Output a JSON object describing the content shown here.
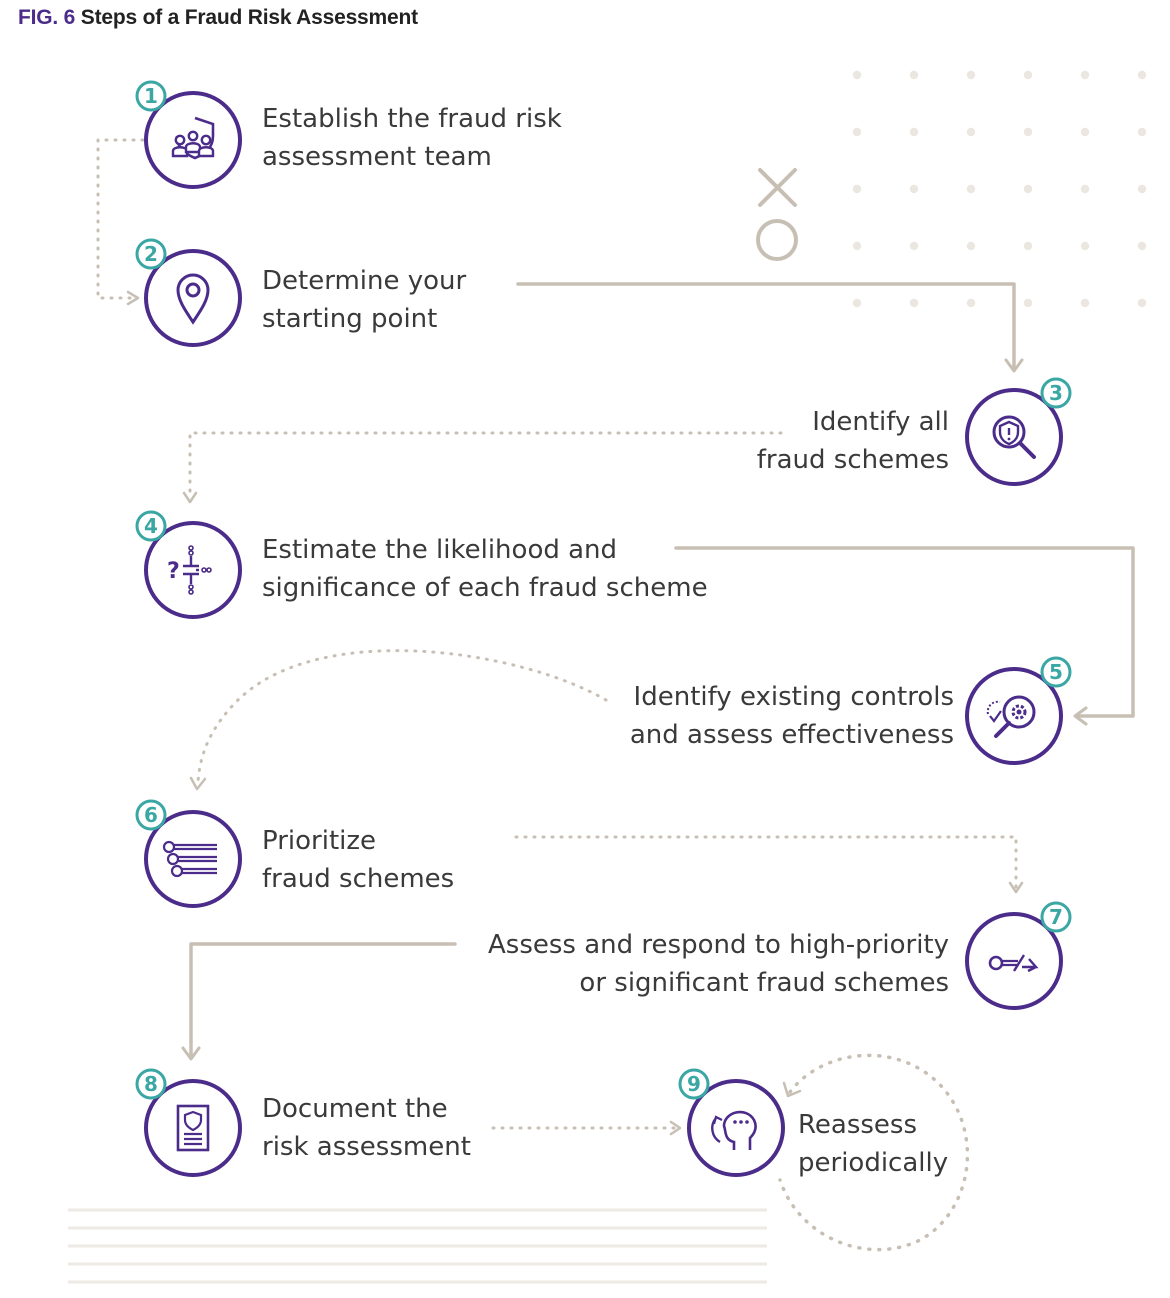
{
  "title": {
    "label": "FIG. 6",
    "text": "Steps of a Fraud Risk Assessment"
  },
  "colors": {
    "purple": "#4b2c8a",
    "teal": "#3aa7a4",
    "connector": "#c7bfb4",
    "dots": "#ebe6df",
    "text": "#3a3a3a"
  },
  "steps": [
    {
      "number": "1",
      "icon": "team-shield-icon",
      "lines": [
        "Establish the fraud risk",
        "assessment team"
      ]
    },
    {
      "number": "2",
      "icon": "location-pin-icon",
      "lines": [
        "Determine your",
        "starting point"
      ]
    },
    {
      "number": "3",
      "icon": "shield-magnifier-icon",
      "lines": [
        "Identify all",
        "fraud schemes"
      ]
    },
    {
      "number": "4",
      "icon": "decision-tree-icon",
      "lines": [
        "Estimate the likelihood and",
        "significance of each fraud scheme"
      ]
    },
    {
      "number": "5",
      "icon": "gear-magnifier-icon",
      "lines": [
        "Identify existing controls",
        "and assess effectiveness"
      ]
    },
    {
      "number": "6",
      "icon": "priority-list-icon",
      "lines": [
        "Prioritize",
        "fraud schemes"
      ]
    },
    {
      "number": "7",
      "icon": "key-arrow-icon",
      "lines": [
        "Assess and respond to high-priority",
        "or significant fraud schemes"
      ]
    },
    {
      "number": "8",
      "icon": "document-shield-icon",
      "lines": [
        "Document the",
        "risk assessment"
      ]
    },
    {
      "number": "9",
      "icon": "head-cycle-icon",
      "lines": [
        "Reassess",
        "periodically"
      ]
    }
  ]
}
